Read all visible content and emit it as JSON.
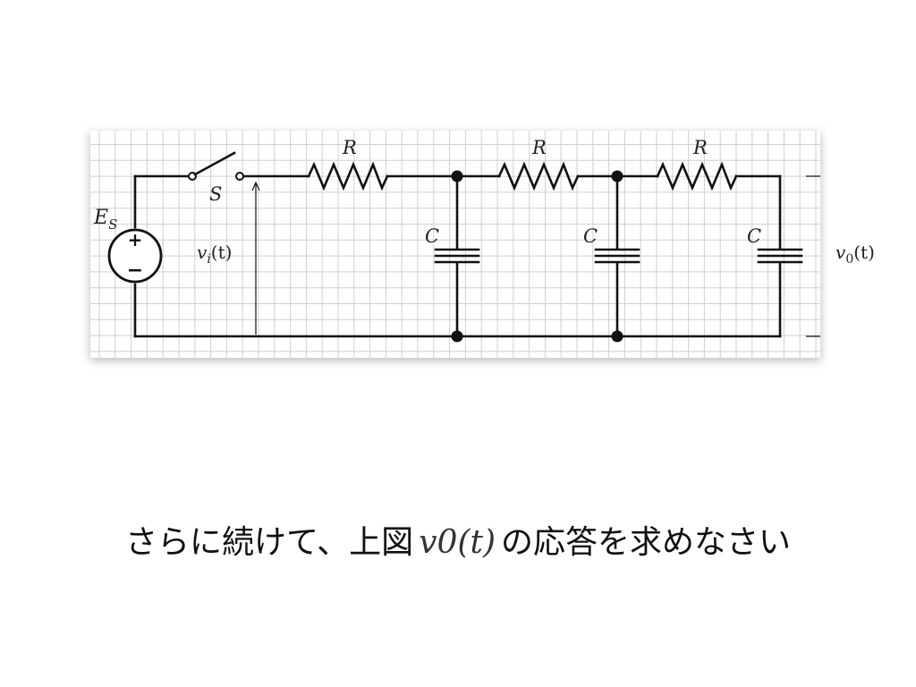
{
  "circuit": {
    "source_label": "E",
    "source_subscript": "S",
    "source_plus": "+",
    "source_minus": "−",
    "switch_label": "S",
    "input_voltage_label": "v",
    "input_voltage_subscript": "i",
    "input_voltage_arg": "(t)",
    "output_voltage_label": "v",
    "output_voltage_subscript": "0",
    "output_voltage_arg": "(t)",
    "resistors": [
      {
        "label": "R"
      },
      {
        "label": "R"
      },
      {
        "label": "R"
      }
    ],
    "capacitors": [
      {
        "label": "C"
      },
      {
        "label": "C"
      },
      {
        "label": "C"
      }
    ]
  },
  "caption": {
    "before": "さらに続けて、上図",
    "math": "v0(t)",
    "after": "の応答を求めなさい"
  }
}
